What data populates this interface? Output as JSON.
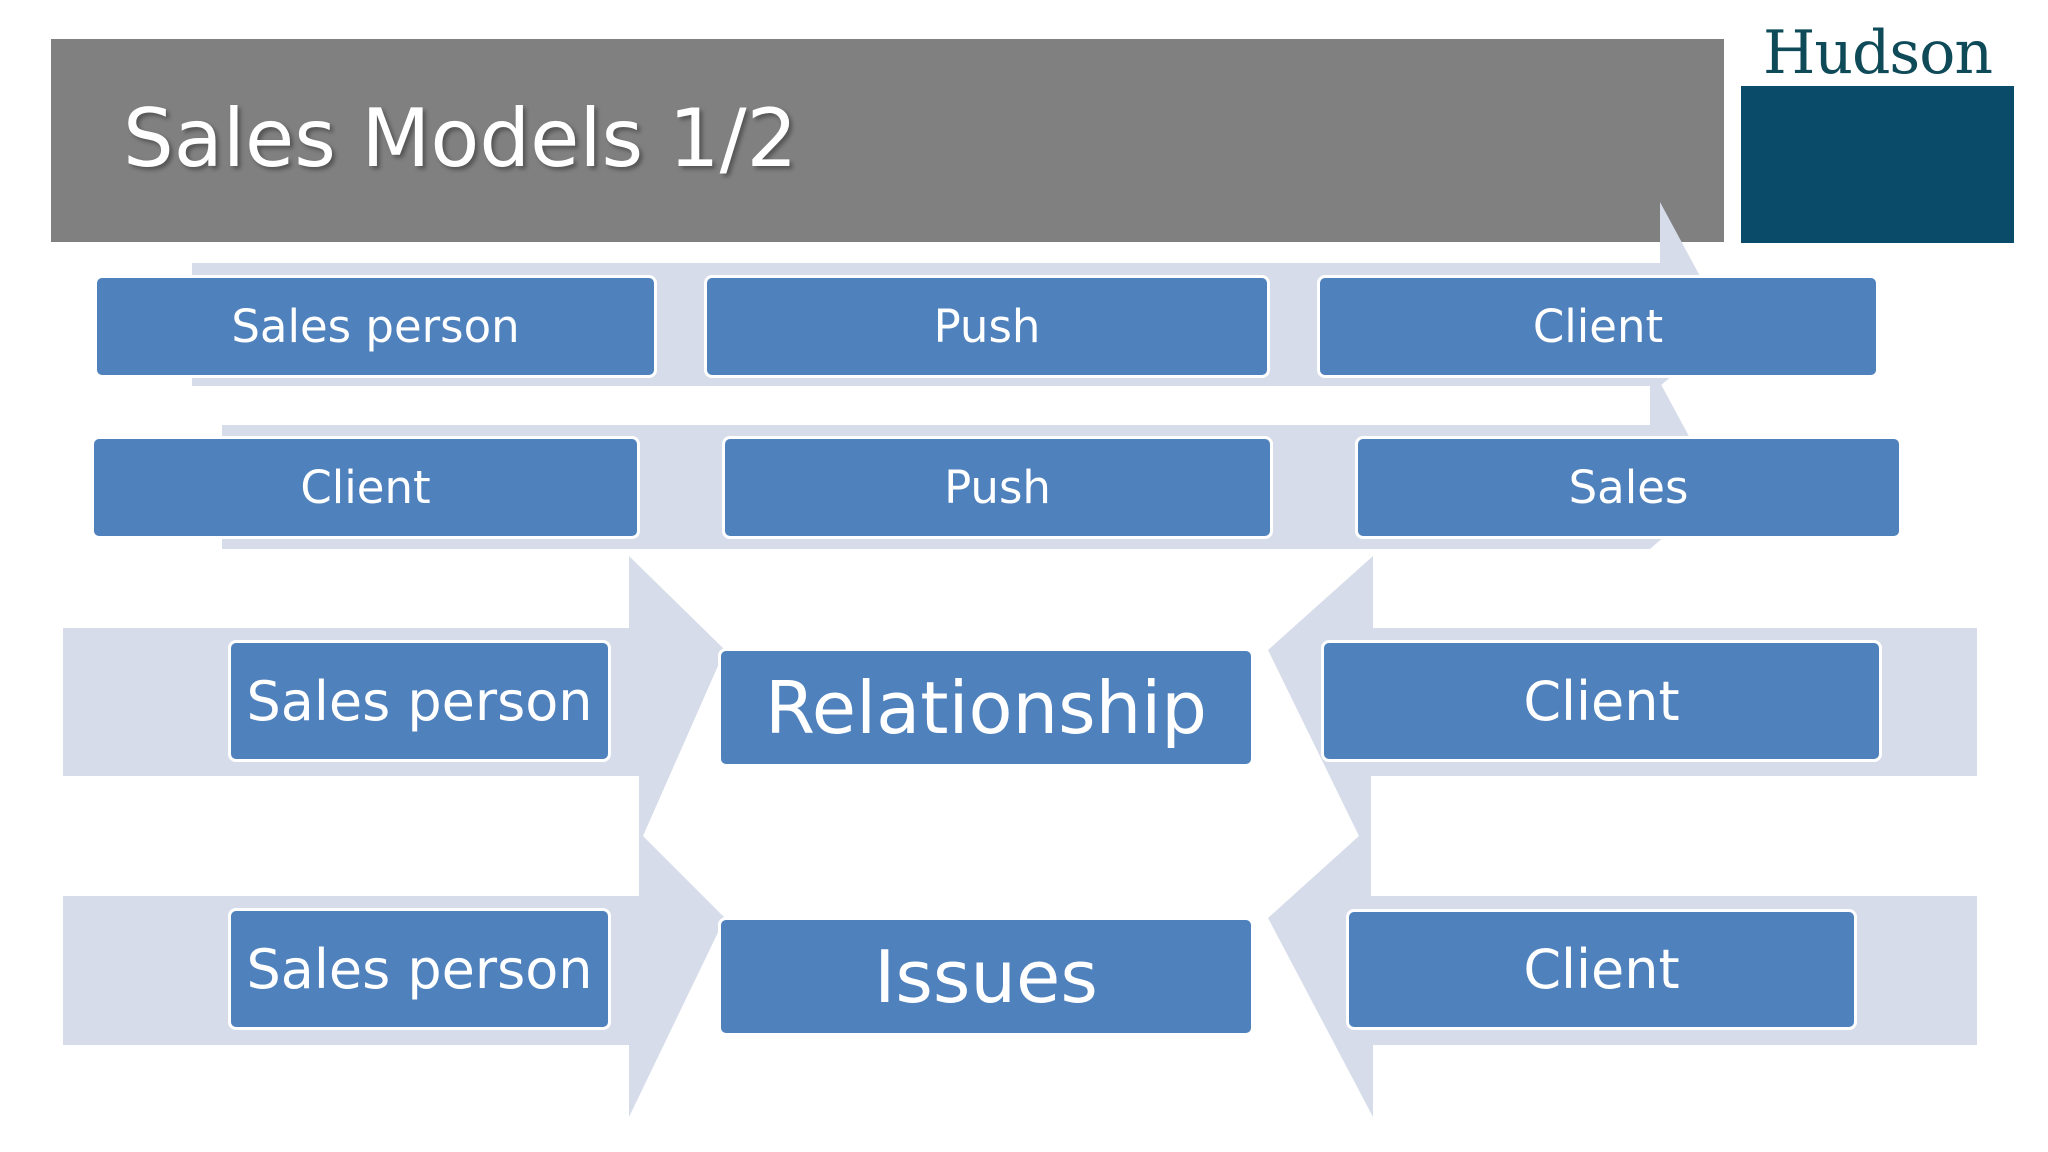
{
  "slide": {
    "title": "Sales Models 1/2",
    "logo": {
      "wordmark": "Hudson"
    }
  },
  "colors": {
    "title_bar": "#808080",
    "box_fill": "#4f81bd",
    "arrow_fill": "#d6dce9",
    "logo_block": "#0a4b69",
    "logo_text": "#0e4a57"
  },
  "models": {
    "push_sales": {
      "from": "Sales person",
      "via": "Push",
      "to": "Client"
    },
    "push_client": {
      "from": "Client",
      "via": "Push",
      "to": "Sales"
    },
    "relationship": {
      "left": "Sales person",
      "center": "Relationship",
      "right": "Client"
    },
    "issues": {
      "left": "Sales person",
      "center": "Issues",
      "right": "Client"
    }
  }
}
